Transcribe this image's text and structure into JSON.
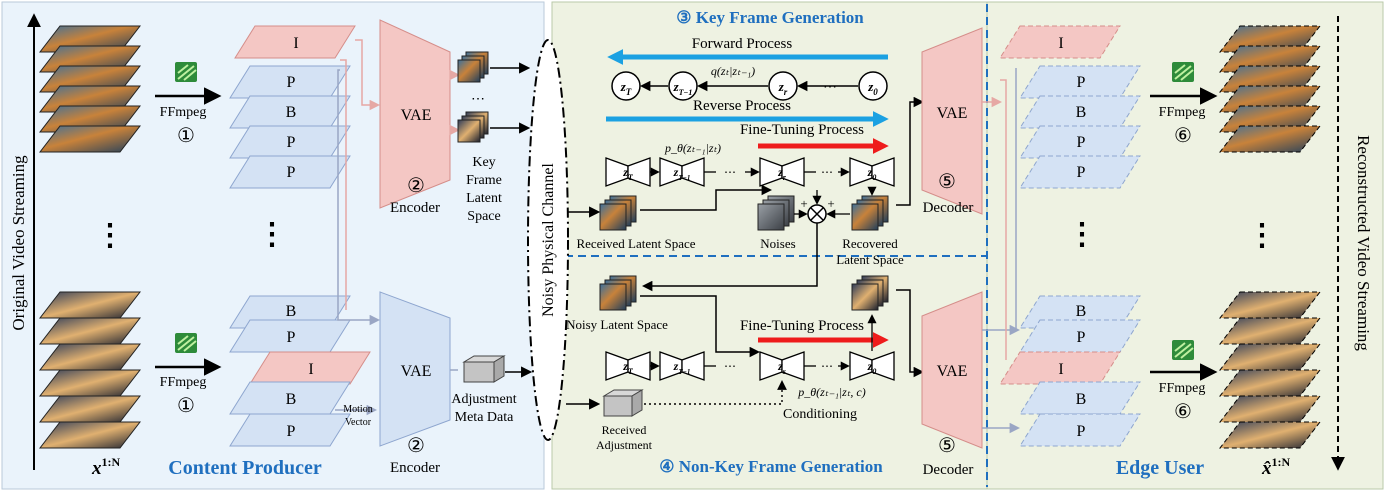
{
  "sections": {
    "content_producer": "Content Producer",
    "edge_user": "Edge User",
    "key_frame_generation": "③ Key Frame Generation",
    "non_key_frame_generation": "④ Non-Key Frame Generation"
  },
  "left": {
    "original_video_streaming": "Original Video Streaming",
    "x_label": "x",
    "x_sup": "1:N",
    "ffmpeg": "FFmpeg",
    "step_ffmpeg": "①",
    "ellipsis": "⋮",
    "frames_top": [
      "I",
      "P",
      "B",
      "P",
      "P"
    ],
    "frames_bottom": [
      "B",
      "P",
      "I",
      "B",
      "P"
    ],
    "motion_vector_1": "Motion",
    "motion_vector_2": "Vector"
  },
  "encoder": {
    "vae": "VAE",
    "step": "②",
    "label": "Encoder",
    "key_frame_latent_1": "Key",
    "key_frame_latent_2": "Frame",
    "key_frame_latent_3": "Latent",
    "key_frame_latent_4": "Space",
    "adjustment_1": "Adjustment",
    "adjustment_2": "Meta Data",
    "dots": "⋯"
  },
  "channel": {
    "label": "Noisy Physical Channel"
  },
  "diffusion": {
    "forward_process": "Forward Process",
    "reverse_process": "Reverse Process",
    "fine_tuning": "Fine-Tuning Process",
    "q_label": "q(zₜ|zₜ₋₁)",
    "p_label": "p_θ(zₜ₋₁|zₜ)",
    "p_cond_label": "p_θ(zₜ₋₁|zₜ, c)",
    "conditioning": "Conditioning",
    "received_latent_space": "Received Latent Space",
    "noises": "Noises",
    "recovered_latent_space_1": "Recovered",
    "recovered_latent_space_2": "Latent Space",
    "noisy_latent_space": "Noisy Latent Space",
    "received_adjustment_1": "Received",
    "received_adjustment_2": "Adjustment",
    "z_nodes": [
      "z",
      "z",
      "z",
      "z"
    ],
    "z_subs": [
      "T",
      "T−1",
      "r",
      "0"
    ],
    "z_sub_s": "s",
    "sup": "n",
    "plus": "+",
    "dots": "⋯"
  },
  "decoder": {
    "vae": "VAE",
    "step": "⑤",
    "label": "Decoder"
  },
  "right": {
    "reconstructed_video_streaming": "Reconstructed Video Streaming",
    "x_hat_label": "x̂",
    "x_sup": "1:N",
    "ffmpeg": "FFmpeg",
    "step_ffmpeg": "⑥",
    "ellipsis": "⋮",
    "frames_top": [
      "I",
      "P",
      "B",
      "P",
      "P"
    ],
    "frames_bottom": [
      "B",
      "P",
      "I",
      "B",
      "P"
    ]
  },
  "colors": {
    "left_bg": "#eaf3fb",
    "mid_bg": "#eef2e2",
    "right_bg": "#eef2e2",
    "vae_pink": "#f4c7c4",
    "vae_blue": "#d4e2f4",
    "frame_i": "#f4c7c4",
    "frame_pb": "#d4e2f4",
    "arrow_blue": "#1ba1e2",
    "arrow_red": "#ee1c1c",
    "title_blue": "#1f6fbf",
    "divider": "#1f6fbf"
  }
}
